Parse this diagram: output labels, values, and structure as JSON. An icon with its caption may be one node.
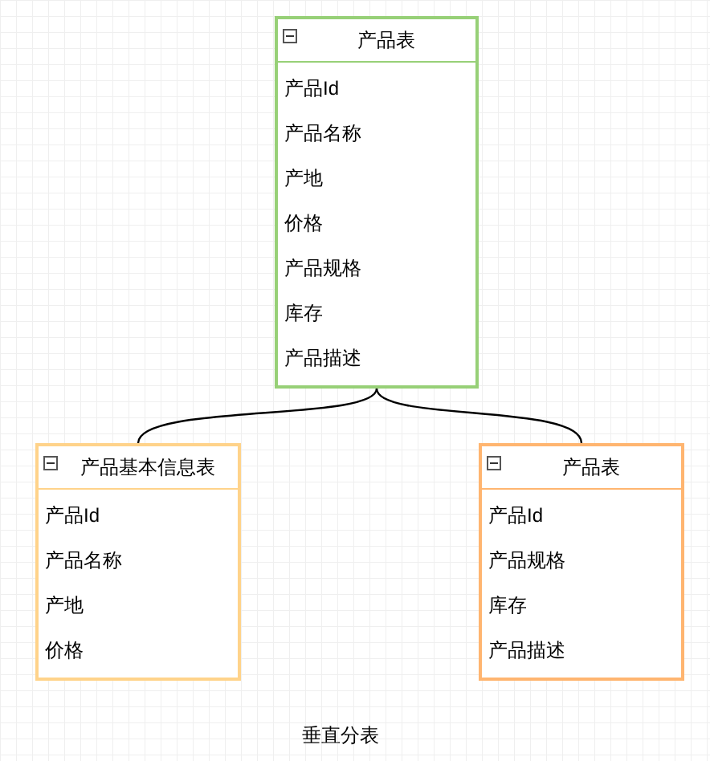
{
  "diagram": {
    "nodes": [
      {
        "text": [
          "产品表",
          "产品Id",
          "产品名称",
          "产地",
          "价格",
          "产品规格",
          "库存",
          "产品描述"
        ]
      },
      {
        "text": [
          "产品基本信息表",
          "产品Id",
          "产品名称",
          "产地",
          "价格"
        ]
      },
      {
        "text": [
          "产品表",
          "产品Id",
          "产品规格",
          "库存",
          "产品描述"
        ]
      }
    ],
    "edges": [
      {
        "from": 0,
        "to": 1,
        "arrow": "none"
      },
      {
        "from": 0,
        "to": 2,
        "arrow": "none"
      }
    ],
    "labels": [
      "垂直分表"
    ]
  }
}
